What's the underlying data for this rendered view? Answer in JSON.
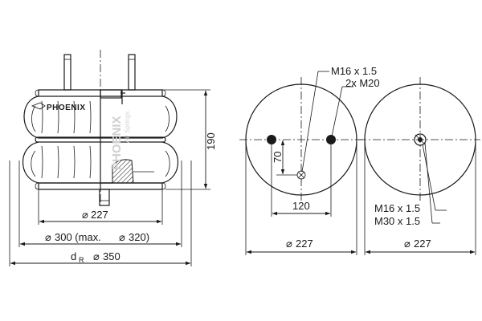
{
  "left_view": {
    "logo_text": "PHOENIX",
    "watermark_brand": "PHOENIX",
    "watermark_sub": "Air Springs",
    "dim_height": "190",
    "dim_piston": "227",
    "dim_outer": "300 (max.",
    "dim_outer_max": "320)",
    "dim_dr_prefix": "d",
    "dim_dr_sub": "R",
    "dim_dr_value": "350"
  },
  "middle_view": {
    "callout_thread_1": "M16 x 1.5",
    "callout_thread_2": "2x M20",
    "dim_vertical": "70",
    "dim_horizontal": "120",
    "dim_diameter": "227"
  },
  "right_view": {
    "callout_thread_1": "M16 x 1.5",
    "callout_thread_2": "M30 x 1.5",
    "dim_diameter": "227"
  },
  "symbols": {
    "diameter": "⌀"
  }
}
